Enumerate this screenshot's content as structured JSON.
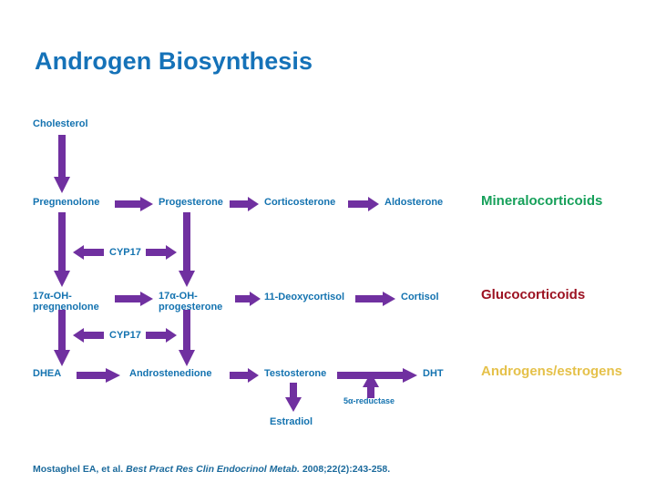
{
  "slide": {
    "title": "Androgen Biosynthesis",
    "background_color": "#ffffff",
    "title_color": "#1572B8",
    "node_color": "#1473B0",
    "arrow_color": "#7030A0"
  },
  "pathway": {
    "nodes": [
      {
        "id": "cholesterol",
        "label": "Cholesterol"
      },
      {
        "id": "pregnenolone",
        "label": "Pregnenolone"
      },
      {
        "id": "progesterone",
        "label": "Progesterone"
      },
      {
        "id": "corticosterone",
        "label": "Corticosterone"
      },
      {
        "id": "aldosterone",
        "label": "Aldosterone"
      },
      {
        "id": "17oh-pregnenolone",
        "label": "17α-OH-",
        "label2": "pregnenolone"
      },
      {
        "id": "17oh-progesterone",
        "label": "17α-OH-",
        "label2": "progesterone"
      },
      {
        "id": "11-deoxycortisol",
        "label": "11-Deoxycortisol"
      },
      {
        "id": "cortisol",
        "label": "Cortisol"
      },
      {
        "id": "dhea",
        "label": "DHEA"
      },
      {
        "id": "androstenedione",
        "label": "Androstenedione"
      },
      {
        "id": "testosterone",
        "label": "Testosterone"
      },
      {
        "id": "dht",
        "label": "DHT"
      },
      {
        "id": "estradiol",
        "label": "Estradiol"
      }
    ],
    "enzymes": [
      {
        "id": "cyp17-upper",
        "label": "CYP17"
      },
      {
        "id": "cyp17-lower",
        "label": "CYP17"
      },
      {
        "id": "5a-reductase",
        "label": "5α-reductase"
      }
    ]
  },
  "classes": [
    {
      "id": "mineralocorticoids",
      "label": "Mineralocorticoids",
      "color": "#16A05A"
    },
    {
      "id": "glucocorticoids",
      "label": "Glucocorticoids",
      "color": "#9C1222"
    },
    {
      "id": "androgens",
      "label": "Androgens/estrogens",
      "color": "#E5C14A"
    }
  ],
  "citation": {
    "authors": "Mostaghel EA, et al.",
    "journal": "Best Pract Res Clin Endocrinol Metab.",
    "details": "2008;22(2):243-258."
  }
}
